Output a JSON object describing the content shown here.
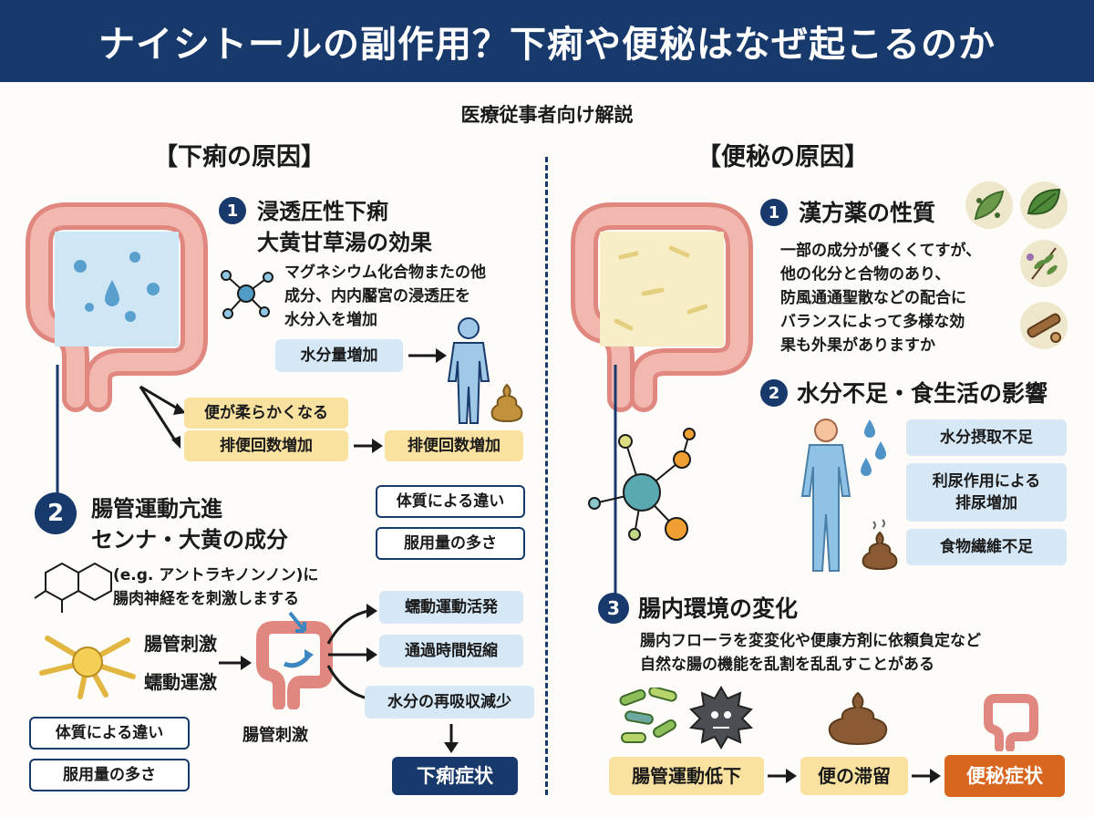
{
  "header": {
    "title": "ナイシトールの副作用？下痢や便秘はなぜ起こるのか"
  },
  "subtitle": "医療従事者向け解説",
  "left": {
    "title": "【下痢の原因】",
    "s1": {
      "num": "1",
      "title_line1": "浸透圧性下痢",
      "title_line2": "大黄甘草湯の効果",
      "desc": [
        "マグネシウム化合物またの他",
        "成分、内内靨宮の浸透圧を",
        "水分入を増加"
      ],
      "water_increase": "水分量増加",
      "soft_stool": "便が柔らかくなる",
      "freq1": "排便回数増加",
      "freq2": "排便回数増加"
    },
    "s2": {
      "num": "2",
      "title_line1": "腸管運動亢進",
      "title_line2": "センナ・大黄の成分",
      "desc": [
        "(e.g. アントラキノンノン)に",
        "腸肉神経をを刺激しまする"
      ],
      "stim_label1": "腸管刺激",
      "stim_label2": "蠕動運激",
      "gut_caption": "腸管刺激",
      "constitution": "体質による違い",
      "dose": "服用量の多さ",
      "constitution_b": "体質による違い",
      "dose_b": "服用量の多さ",
      "peristalsis": "蠕動運動活発",
      "transit": "通過時間短縮",
      "reabsorption": "水分の再吸収減少",
      "result": "下痢症状"
    }
  },
  "right": {
    "title": "【便秘の原因】",
    "s1": {
      "num": "1",
      "title": "漢方薬の性質",
      "desc": [
        "一部の成分が優くくてすが、",
        "他の化分と合物のあり、",
        "防風通通聖散などの配合に",
        "バランスによって多様な効",
        "果も外果がありますか"
      ]
    },
    "s2": {
      "num": "2",
      "title": "水分不足・食生活の影響",
      "water_intake": "水分摂取不足",
      "diuretic": [
        "利尿作用による",
        "排尿増加"
      ],
      "fiber": "食物繊維不足"
    },
    "s3": {
      "num": "3",
      "title": "腸内環境の変化",
      "desc": [
        "腸内フローラを変変化や便康方剤に依頼負定など",
        "自然な腸の機能を乱割を乱乱すことがある"
      ],
      "motility": "腸管運動低下",
      "retention": "便の滞留",
      "result": "便秘症状"
    }
  },
  "colors": {
    "navy": "#17396b",
    "light_blue": "#d6e8f5",
    "yellow": "#f9e2a0",
    "orange": "#d9661f",
    "gut_pink": "#ec9a92"
  },
  "icons": [
    "intestine-icon",
    "water-drop-icon",
    "molecule-icon",
    "person-icon",
    "stool-icon",
    "herb-leaf-icon",
    "bacteria-icon",
    "nerve-cell-icon"
  ]
}
